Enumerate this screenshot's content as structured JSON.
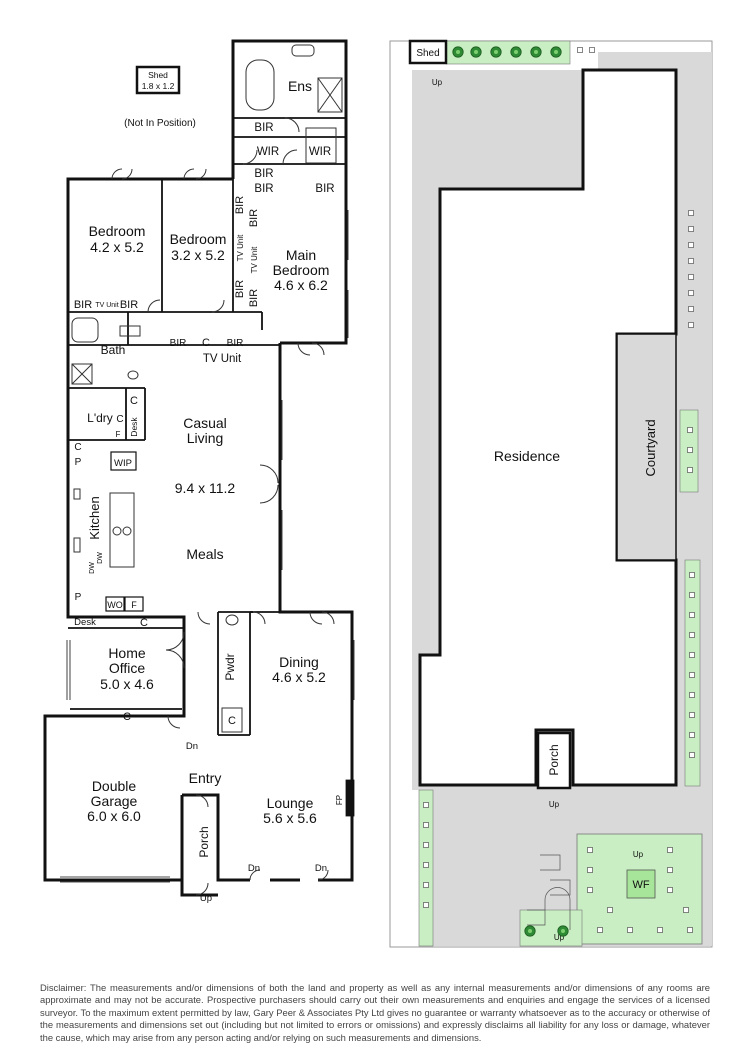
{
  "floorplan": {
    "shed": {
      "label": "Shed",
      "size": "1.8 x 1.2",
      "note": "(Not In Position)"
    },
    "rooms": {
      "ens": "Ens",
      "wir": "WIR",
      "bir": "BIR",
      "tv_unit": "TV Unit",
      "tv_unit_small": "TV\nUnit",
      "bedroom1": {
        "name": "Bedroom",
        "size": "4.2 x 5.2"
      },
      "bedroom2": {
        "name": "Bedroom",
        "size": "3.2 x 5.2"
      },
      "main_bedroom": {
        "name": "Main",
        "name2": "Bedroom",
        "size": "4.6 x 6.2"
      },
      "bath": "Bath",
      "ldry": "L'dry",
      "c": "C",
      "f": "F",
      "p": "P",
      "desk": "Desk",
      "wip": "WIP",
      "wo": "WO",
      "kitchen": "Kitchen",
      "dw": "DW",
      "casual_living": {
        "name": "Casual",
        "name2": "Living",
        "size": "9.4 x 11.2"
      },
      "meals": "Meals",
      "home_office": {
        "name": "Home",
        "name2": "Office",
        "size": "5.0 x 4.6"
      },
      "pwdr": "Pwdr",
      "dining": {
        "name": "Dining",
        "size": "4.6 x 5.2"
      },
      "double_garage": {
        "name": "Double",
        "name2": "Garage",
        "size": "6.0 x 6.0"
      },
      "entry": "Entry",
      "lounge": {
        "name": "Lounge",
        "size": "5.6 x 5.6"
      },
      "fp": "FP",
      "porch": "Porch",
      "dn": "Dn",
      "up": "Up"
    }
  },
  "siteplan": {
    "shed": "Shed",
    "residence": "Residence",
    "courtyard": "Courtyard",
    "porch": "Porch",
    "wf": "WF",
    "up": "Up"
  },
  "colors": {
    "wall": "#111111",
    "building_fill": "#d9d9d9",
    "garden_green": "#c9eec3",
    "tree_green": "#2f8a35",
    "wf_green": "#a6e59a"
  },
  "disclaimer": "Disclaimer: The measurements and/or dimensions of both the land and property as well as any internal measurements and/or dimensions of any rooms are approximate and may not be accurate. Prospective purchasers should carry out their own measurements and enquiries and engage the services of a licensed surveyor. To the maximum extent permitted by law, Gary Peer & Associates Pty Ltd gives no guarantee or warranty whatsoever as to the accuracy or otherwise of the measurements and dimensions set out (including but not limited to errors or omissions) and expressly disclaims all liability for any loss or damage, whatever the cause, which may arise from any person acting and/or relying on such measurements and dimensions."
}
